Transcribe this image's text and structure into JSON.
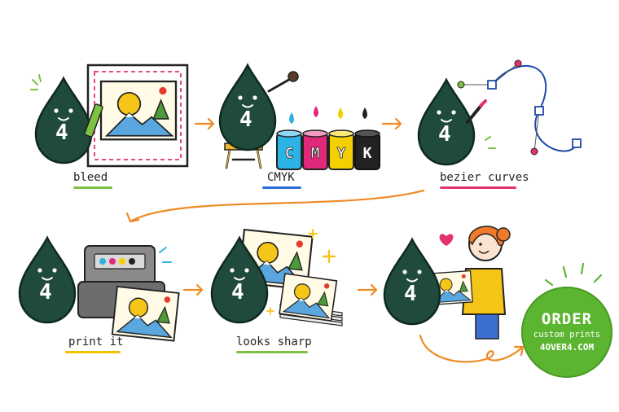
{
  "steps": [
    {
      "label": "bleed",
      "underline_color": "#7cc242"
    },
    {
      "label": "CMYK",
      "underline_color": "#2a6fd6"
    },
    {
      "label": "bezier curves",
      "underline_color": "#e2336b"
    },
    {
      "label": "print it",
      "underline_color": "#f2c200"
    },
    {
      "label": "looks sharp",
      "underline_color": "#7cc242"
    }
  ],
  "mascot": {
    "digit": "4",
    "color": "#1f4a3c"
  },
  "ink_cans": [
    "C",
    "M",
    "Y",
    "K"
  ],
  "ink_colors": {
    "C": "#2bb3e6",
    "M": "#e2287a",
    "Y": "#f5d000",
    "K": "#222222"
  },
  "arrow_color": "#f08a24",
  "cta": {
    "line1": "ORDER",
    "line2": "custom prints",
    "line3": "4OVER4.COM",
    "color": "#5cb531"
  }
}
